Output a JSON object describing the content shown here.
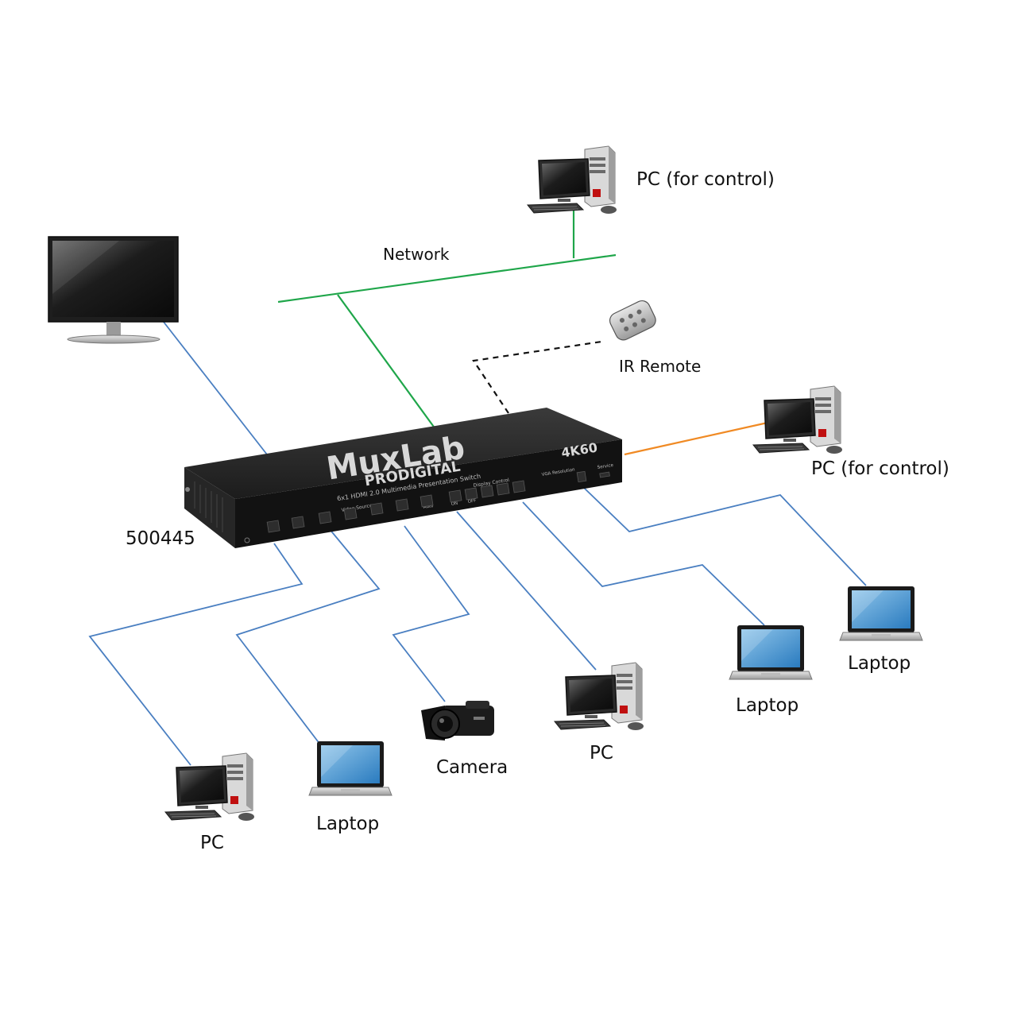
{
  "labels": {
    "pc_control_top": "PC (for control)",
    "pc_control_right": "PC (for control)",
    "network": "Network",
    "ir_remote": "IR Remote",
    "model": "500445",
    "pc_left": "PC",
    "laptop_1": "Laptop",
    "camera": "Camera",
    "pc_center": "PC",
    "laptop_2": "Laptop",
    "laptop_3": "Laptop"
  },
  "device": {
    "brand": "MuxLab",
    "subbrand": "PRODIGITAL",
    "subtitle": "6x1 HDMI 2.0 Multimedia Presentation Switch",
    "badge": "4K60",
    "video_source": "Video Source",
    "display_control": "Display Control",
    "vga_resolution": "VGA Resolution",
    "service": "Service",
    "auto": "Auto",
    "on": "ON",
    "off": "OFF"
  },
  "colors": {
    "network": "#1fa64a",
    "serial": "#f08a24",
    "hdmi": "#4a7fc1",
    "ir": "#111111"
  }
}
